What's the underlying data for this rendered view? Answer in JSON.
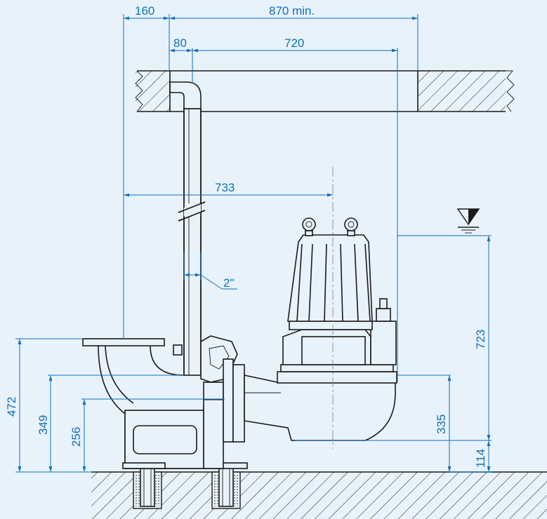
{
  "diagram": {
    "colors": {
      "background": "#e8f2fb",
      "dimension": "#1070b8",
      "outline": "#1a1a1a"
    },
    "dimensions": {
      "d160": "160",
      "d870": "870 min.",
      "d80": "80",
      "d720": "720",
      "d733": "733",
      "d2in": "2\"",
      "d472": "472",
      "d349": "349",
      "d256": "256",
      "d335": "335",
      "d114": "114",
      "d723": "723"
    },
    "symbols": {
      "water_level": "water-level-triangle-icon"
    }
  }
}
